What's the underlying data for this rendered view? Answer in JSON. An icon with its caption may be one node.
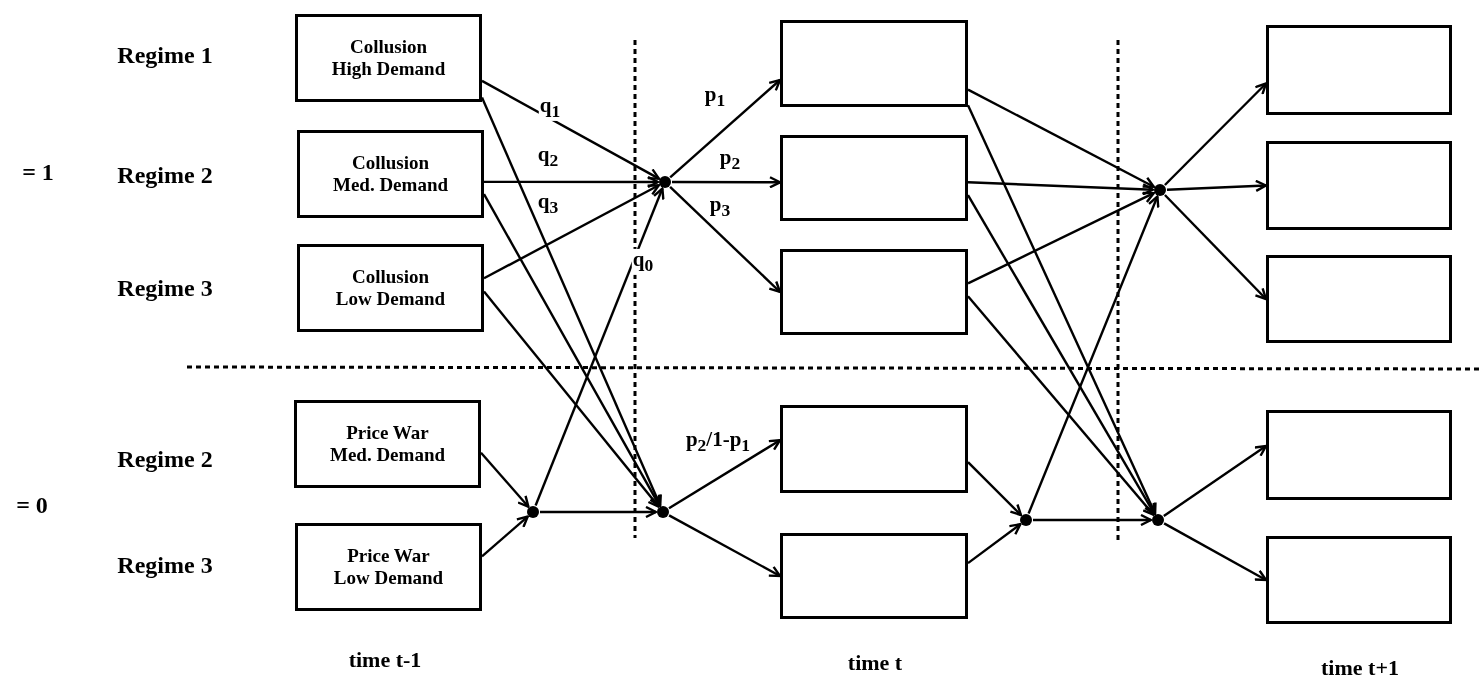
{
  "diagram": {
    "nodes": [
      {
        "text": [
          "Collusion High Demand"
        ]
      },
      {
        "text": [
          "Collusion Med. Demand"
        ]
      },
      {
        "text": [
          "Collusion Low Demand"
        ]
      },
      {
        "text": [
          "Price War Med. Demand"
        ]
      },
      {
        "text": [
          "Price War Low Demand"
        ]
      },
      {
        "text": [],
        "shape": "circle"
      },
      {
        "text": [],
        "shape": "circle"
      },
      {
        "text": [],
        "shape": "circle"
      },
      {
        "text": [],
        "shape": "box"
      },
      {
        "text": [],
        "shape": "box"
      },
      {
        "text": [],
        "shape": "box"
      },
      {
        "text": [],
        "shape": "box"
      },
      {
        "text": [],
        "shape": "box"
      },
      {
        "text": [],
        "shape": "circle"
      },
      {
        "text": [],
        "shape": "circle"
      },
      {
        "text": [],
        "shape": "circle"
      },
      {
        "text": [],
        "shape": "box"
      },
      {
        "text": [],
        "shape": "box"
      },
      {
        "text": [],
        "shape": "box"
      },
      {
        "text": [],
        "shape": "box"
      },
      {
        "text": [],
        "shape": "box"
      }
    ],
    "edges": [
      {
        "from": 0,
        "to": 5,
        "arrow": "to",
        "label": "q$_{1}$"
      },
      {
        "from": 1,
        "to": 5,
        "arrow": "to",
        "label": "q$_{2}$"
      },
      {
        "from": 2,
        "to": 5,
        "arrow": "to",
        "label": "q$_{3}$"
      },
      {
        "from": 6,
        "to": 5,
        "arrow": "to",
        "label": "q$_{0}$"
      },
      {
        "from": 0,
        "to": 7,
        "arrow": "to"
      },
      {
        "from": 1,
        "to": 7,
        "arrow": "to"
      },
      {
        "from": 2,
        "to": 7,
        "arrow": "to"
      },
      {
        "from": 3,
        "to": 6,
        "arrow": "to"
      },
      {
        "from": 4,
        "to": 6,
        "arrow": "to"
      },
      {
        "from": 6,
        "to": 7,
        "arrow": "to"
      },
      {
        "from": 5,
        "to": 8,
        "arrow": "to",
        "label": "p$_{1}$"
      },
      {
        "from": 5,
        "to": 9,
        "arrow": "to",
        "label": "p$_{2}$"
      },
      {
        "from": 5,
        "to": 10,
        "arrow": "to",
        "label": "p$_{3}$"
      },
      {
        "from": 7,
        "to": 11,
        "arrow": "to",
        "label": "p$_{2}$/1-p$_{1}$"
      },
      {
        "from": 7,
        "to": 12,
        "arrow": "to"
      },
      {
        "from": 8,
        "to": 13,
        "arrow": "to"
      },
      {
        "from": 9,
        "to": 13,
        "arrow": "to"
      },
      {
        "from": 10,
        "to": 13,
        "arrow": "to"
      },
      {
        "from": 14,
        "to": 13,
        "arrow": "to"
      },
      {
        "from": 8,
        "to": 15,
        "arrow": "to"
      },
      {
        "from": 9,
        "to": 15,
        "arrow": "to"
      },
      {
        "from": 10,
        "to": 15,
        "arrow": "to"
      },
      {
        "from": 11,
        "to": 14,
        "arrow": "to"
      },
      {
        "from": 12,
        "to": 14,
        "arrow": "to"
      },
      {
        "from": 14,
        "to": 15,
        "arrow": "to"
      },
      {
        "from": 13,
        "to": 16,
        "arrow": "to"
      },
      {
        "from": 13,
        "to": 17,
        "arrow": "to"
      },
      {
        "from": 13,
        "to": 18,
        "arrow": "to"
      },
      {
        "from": 15,
        "to": 19,
        "arrow": "to"
      },
      {
        "from": 15,
        "to": 20,
        "arrow": "to"
      }
    ],
    "labels": [
      "Regime 1",
      "= 1",
      "Regime 2",
      "Regime 3",
      "Regime 2",
      "= 0",
      "Regime 3",
      "time t-1",
      "time t",
      "time t+1"
    ]
  }
}
